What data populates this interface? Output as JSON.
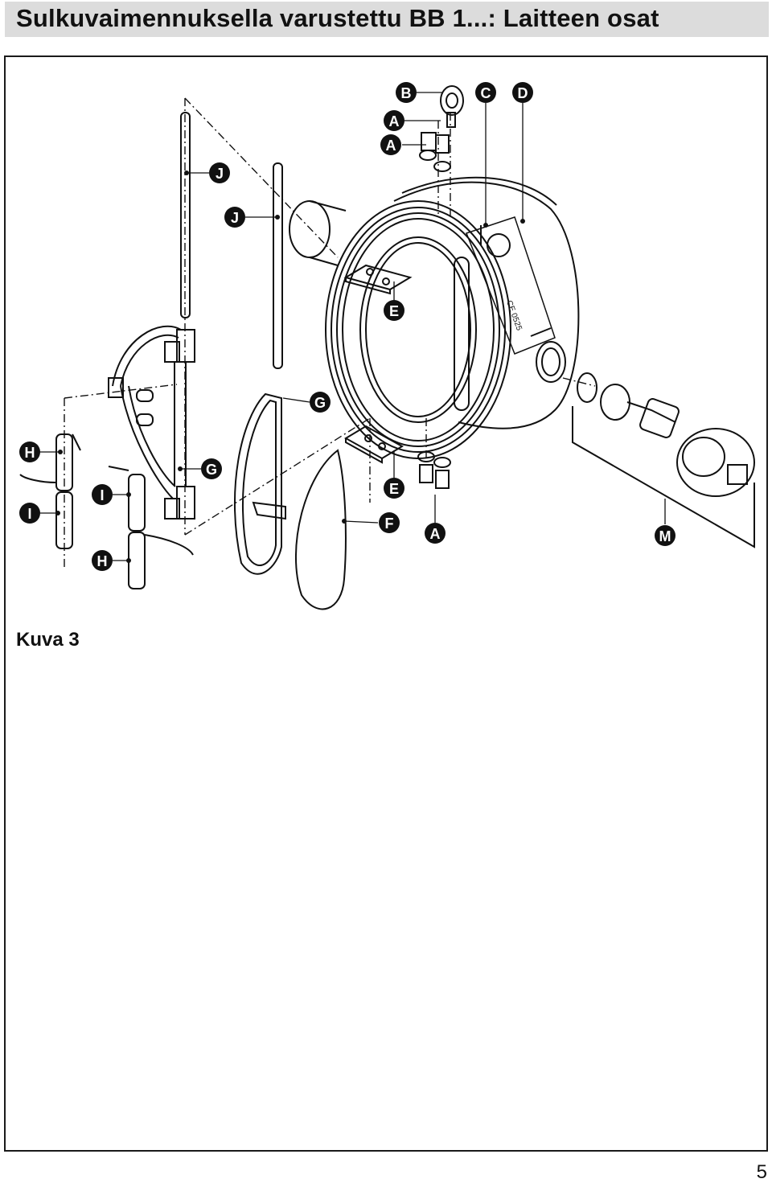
{
  "header": {
    "title": "Sulkuvaimennuksella varustettu BB 1...: Laitteen osat"
  },
  "figure": {
    "caption": "Kuva 3",
    "callouts": [
      "B",
      "C",
      "D",
      "A",
      "A",
      "J",
      "J",
      "E",
      "G",
      "H",
      "I",
      "G",
      "E",
      "F",
      "A",
      "M",
      "I",
      "H"
    ],
    "nameplate_text": "CE 0525"
  },
  "footer": {
    "page_number": "5"
  }
}
